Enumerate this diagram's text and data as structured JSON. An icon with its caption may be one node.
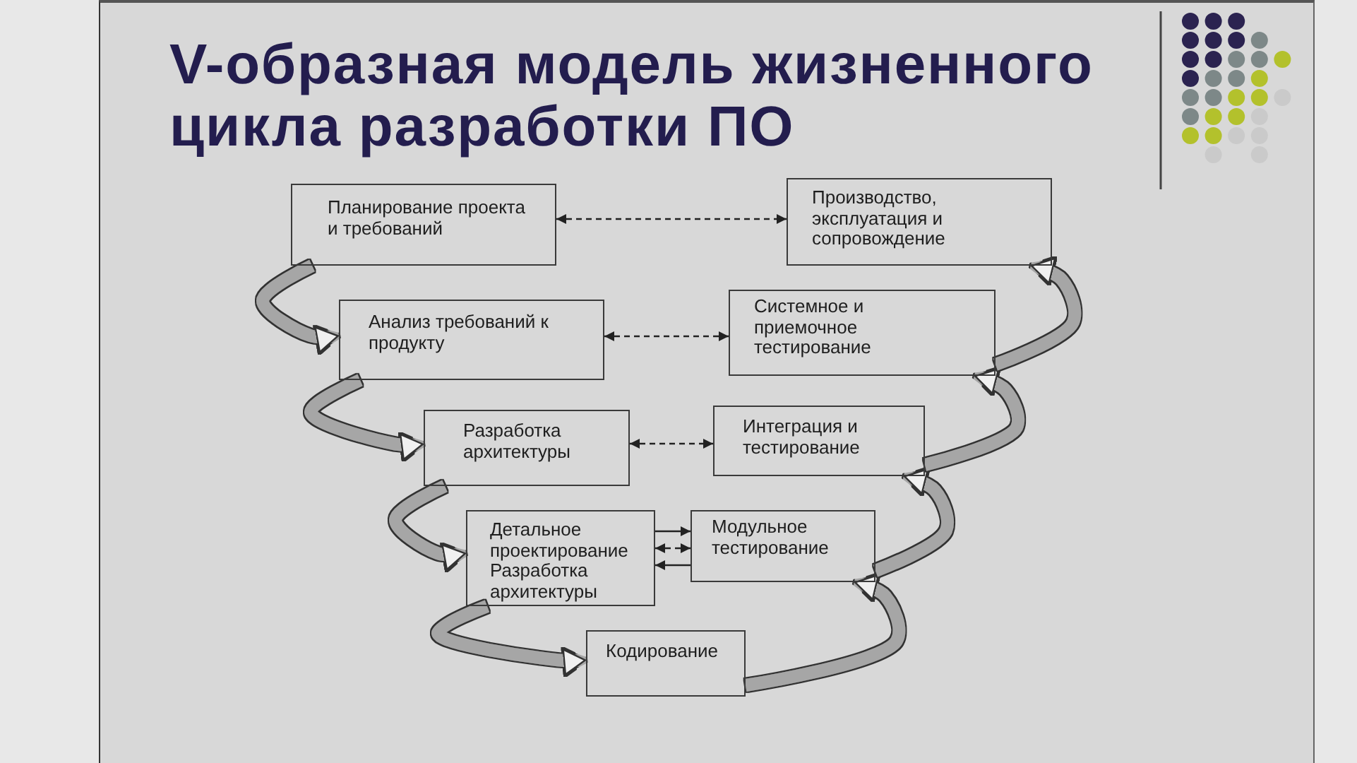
{
  "diagram": {
    "title": "V-образная модель жизненного цикла разработки ПО",
    "nodes": [
      {
        "text": [
          "Планирование проекта и требований"
        ]
      },
      {
        "text": [
          "Производство, эксплуатация и сопровождение"
        ]
      },
      {
        "text": [
          "Анализ требований к продукту"
        ]
      },
      {
        "text": [
          "Системное и приемочное тестирование"
        ]
      },
      {
        "text": [
          "Разработка архитектуры"
        ]
      },
      {
        "text": [
          "Интеграция и тестирование"
        ]
      },
      {
        "text": [
          "Детальное проектирование Разработка архитектуры"
        ]
      },
      {
        "text": [
          "Модульное тестирование"
        ]
      },
      {
        "text": [
          "Кодирование"
        ]
      }
    ],
    "edges": [
      {
        "from": 0,
        "to": 1,
        "arrow": "both",
        "style": "dashed",
        "color": "#222222"
      },
      {
        "from": 2,
        "to": 3,
        "arrow": "both",
        "style": "dashed",
        "color": "#222222"
      },
      {
        "from": 4,
        "to": 5,
        "arrow": "both",
        "style": "dashed",
        "color": "#222222"
      },
      {
        "from": 6,
        "to": 7,
        "arrow": "to",
        "color": "#222222"
      },
      {
        "from": 6,
        "to": 7,
        "arrow": "both",
        "style": "dashed",
        "color": "#222222"
      },
      {
        "from": 7,
        "to": 6,
        "arrow": "to",
        "color": "#222222"
      },
      {
        "from": 0,
        "to": 2,
        "arrow": "to"
      },
      {
        "from": 2,
        "to": 4,
        "arrow": "to"
      },
      {
        "from": 4,
        "to": 6,
        "arrow": "to"
      },
      {
        "from": 6,
        "to": 8,
        "arrow": "to"
      },
      {
        "from": 8,
        "to": 7,
        "arrow": "to"
      },
      {
        "from": 7,
        "to": 5,
        "arrow": "to"
      },
      {
        "from": 5,
        "to": 3,
        "arrow": "to"
      },
      {
        "from": 3,
        "to": 1,
        "arrow": "to"
      }
    ]
  }
}
